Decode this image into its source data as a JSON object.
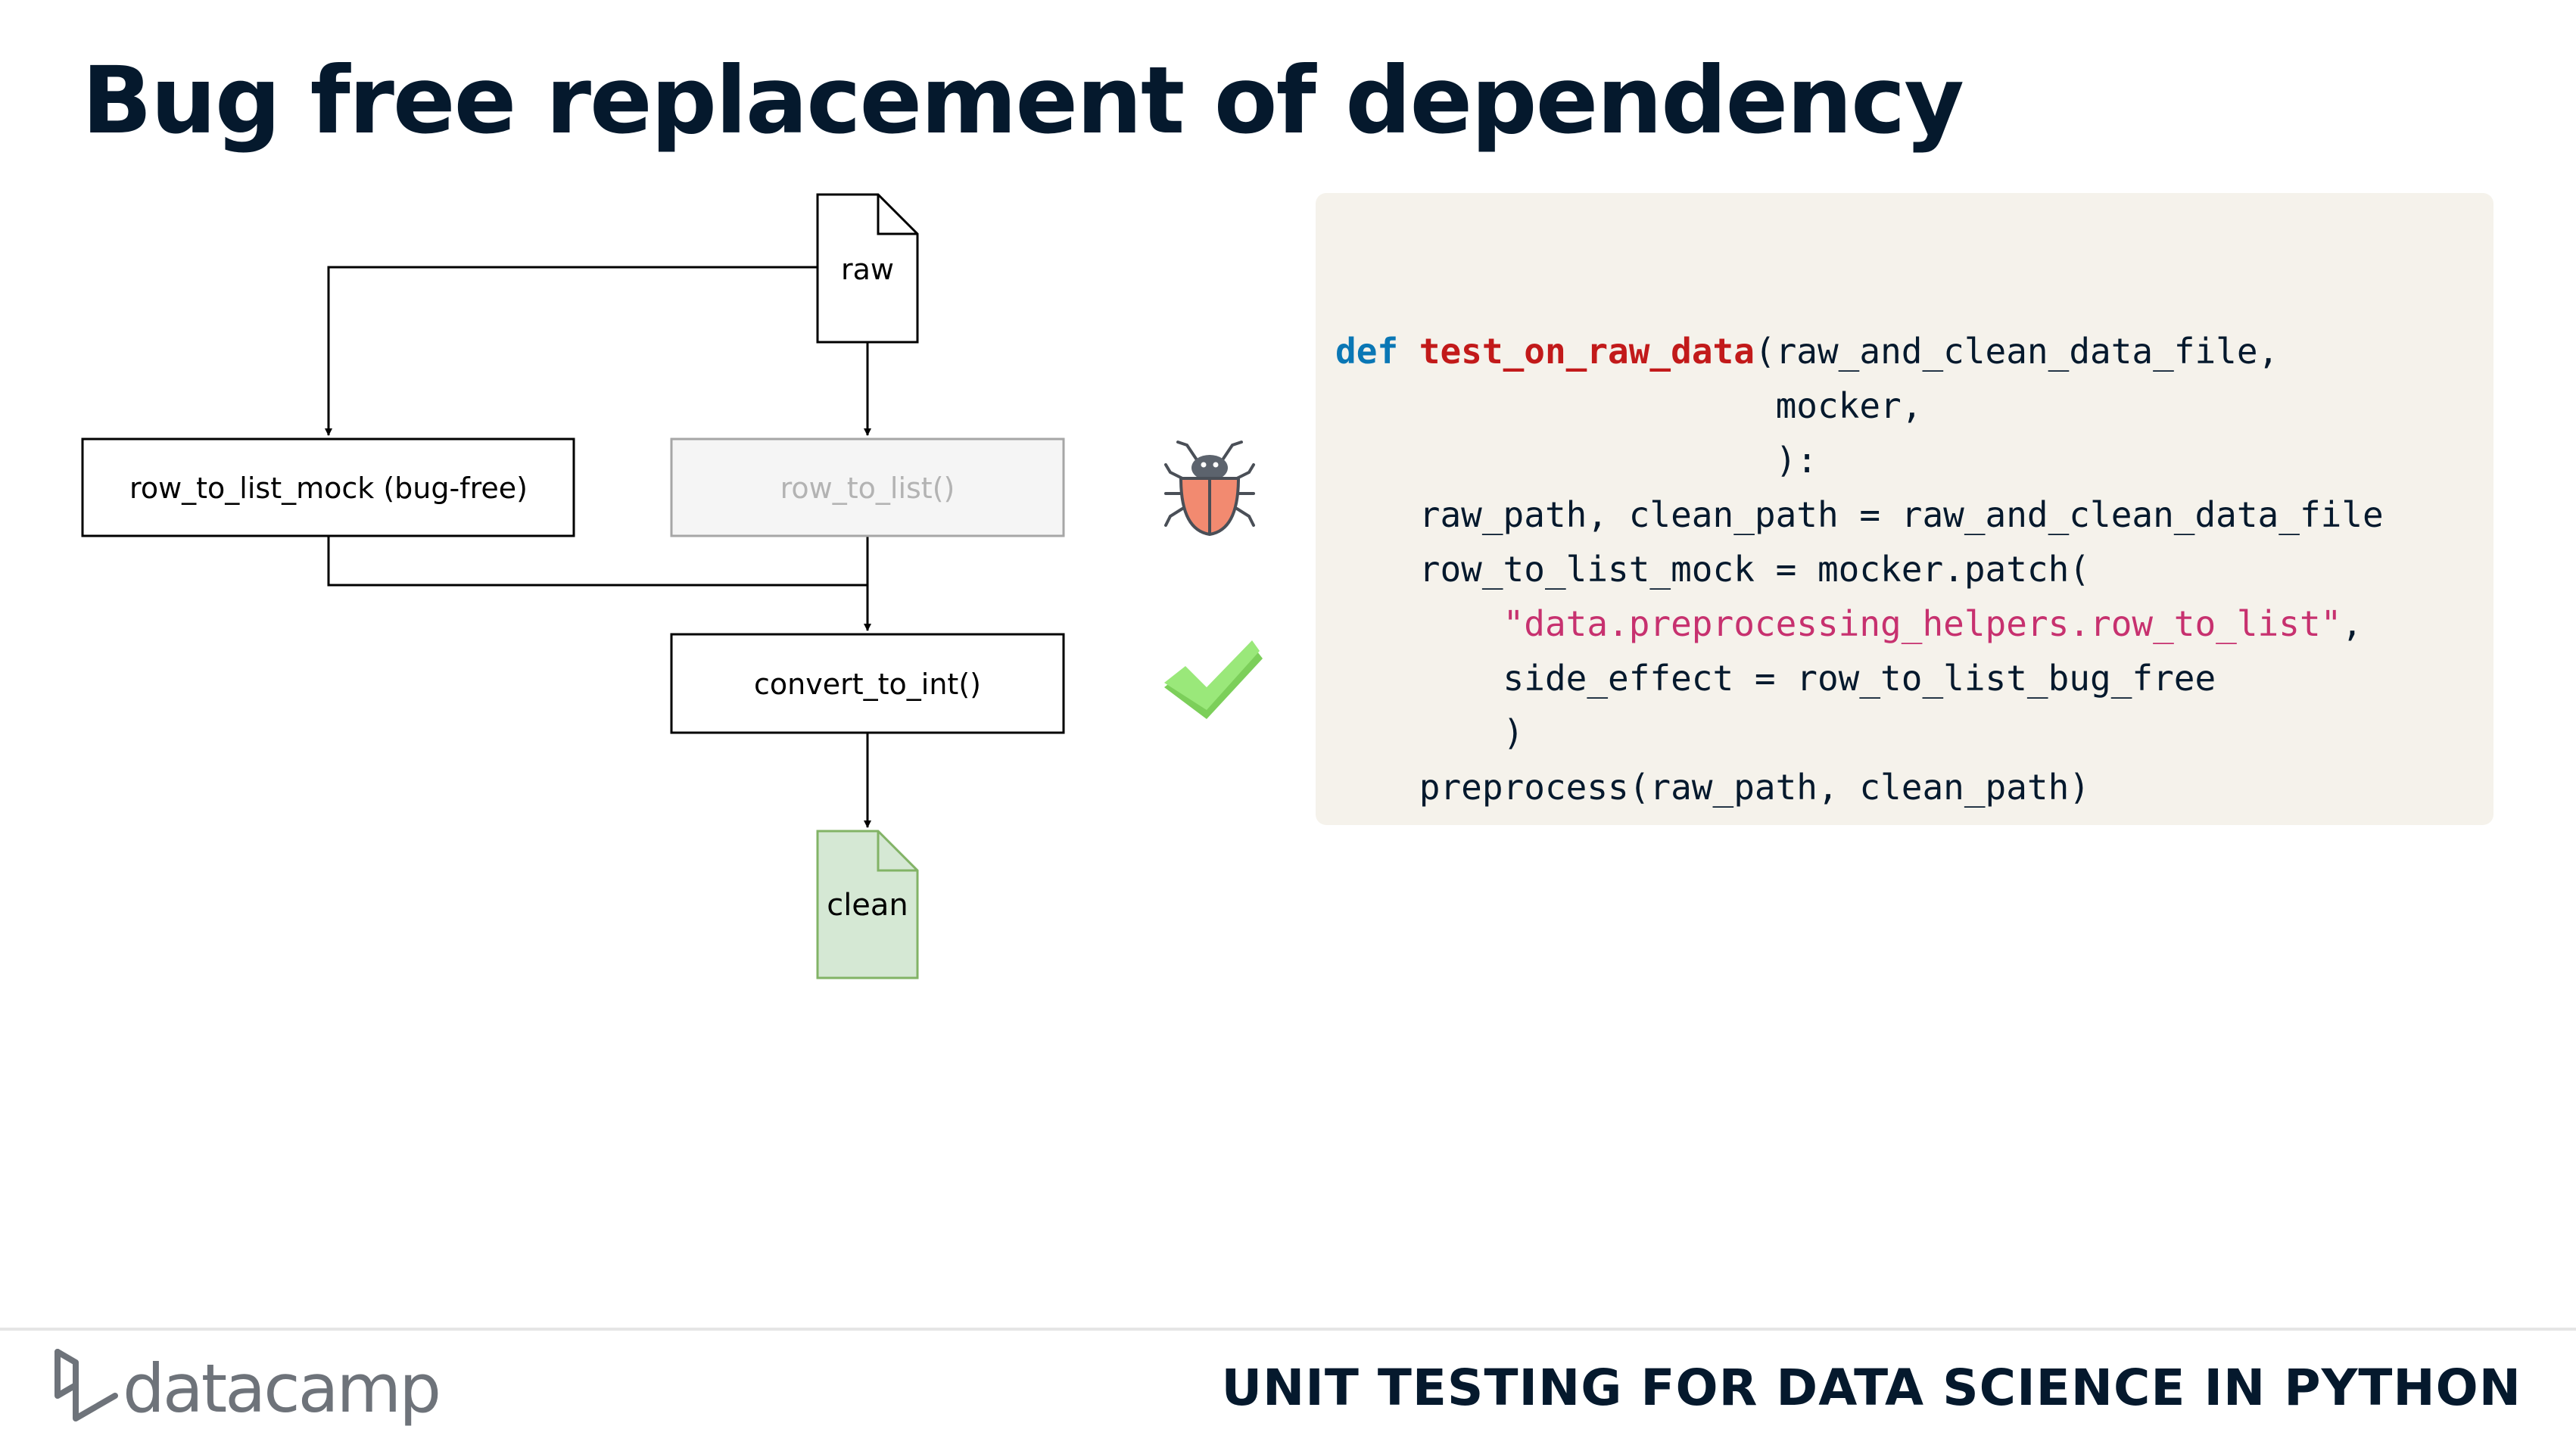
{
  "slide": {
    "title": "Bug free replacement of dependency"
  },
  "diagram": {
    "raw_label": "raw",
    "mock_label": "row_to_list_mock (bug-free)",
    "original_label": "row_to_list()",
    "convert_label": "convert_to_int()",
    "clean_label": "clean",
    "bug_icon": "bug-icon",
    "check_icon": "checkmark-icon"
  },
  "code": {
    "lines": [
      [
        {
          "t": "def",
          "c": "kw"
        },
        {
          "t": " "
        },
        {
          "t": "test_on_raw_data",
          "c": "fn"
        },
        {
          "t": "(raw_and_clean_data_file,"
        }
      ],
      [
        {
          "t": "                     mocker,"
        }
      ],
      [
        {
          "t": "                     ):"
        }
      ],
      [
        {
          "t": "    raw_path, clean_path = raw_and_clean_data_file"
        }
      ],
      [
        {
          "t": "    row_to_list_mock = mocker.patch("
        }
      ],
      [
        {
          "t": "        "
        },
        {
          "t": "\"data.preprocessing_helpers.row_to_list\"",
          "c": "str"
        },
        {
          "t": ","
        }
      ],
      [
        {
          "t": "        side_effect = row_to_list_bug_free"
        }
      ],
      [
        {
          "t": "        )"
        }
      ],
      [
        {
          "t": "    preprocess(raw_path, clean_path)"
        }
      ]
    ]
  },
  "footer": {
    "brand": "datacamp",
    "course": "UNIT TESTING FOR DATA SCIENCE IN PYTHON"
  },
  "colors": {
    "title": "#05192d",
    "code_bg": "#f5f2eb",
    "keyword": "#0a77b5",
    "function": "#c21a1a",
    "string": "#c7316f",
    "clean_fill": "#d5e8d4",
    "clean_stroke": "#82b366",
    "disabled_fill": "#f5f5f5",
    "disabled_text": "#b3b3b3",
    "check": "#8ee06e",
    "bug_body": "#f28a70"
  }
}
